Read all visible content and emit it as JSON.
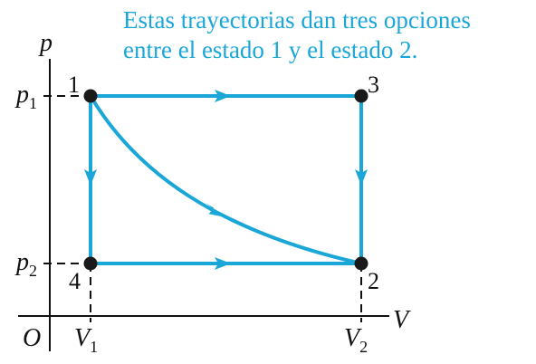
{
  "caption": {
    "line1": "Estas trayectorias dan tres opciones",
    "line2": "entre el estado 1 y el estado 2."
  },
  "axes": {
    "y_label": "p",
    "x_label": "V",
    "origin_label": "O",
    "p1": {
      "main": "p",
      "sub": "1"
    },
    "p2": {
      "main": "p",
      "sub": "2"
    },
    "v1": {
      "main": "V",
      "sub": "1"
    },
    "v2": {
      "main": "V",
      "sub": "2"
    }
  },
  "states": {
    "s1": "1",
    "s2": "2",
    "s3": "3",
    "s4": "4"
  },
  "colors": {
    "path": "#1aa7d8",
    "point": "#1a1a1a",
    "axis": "#111111"
  }
}
